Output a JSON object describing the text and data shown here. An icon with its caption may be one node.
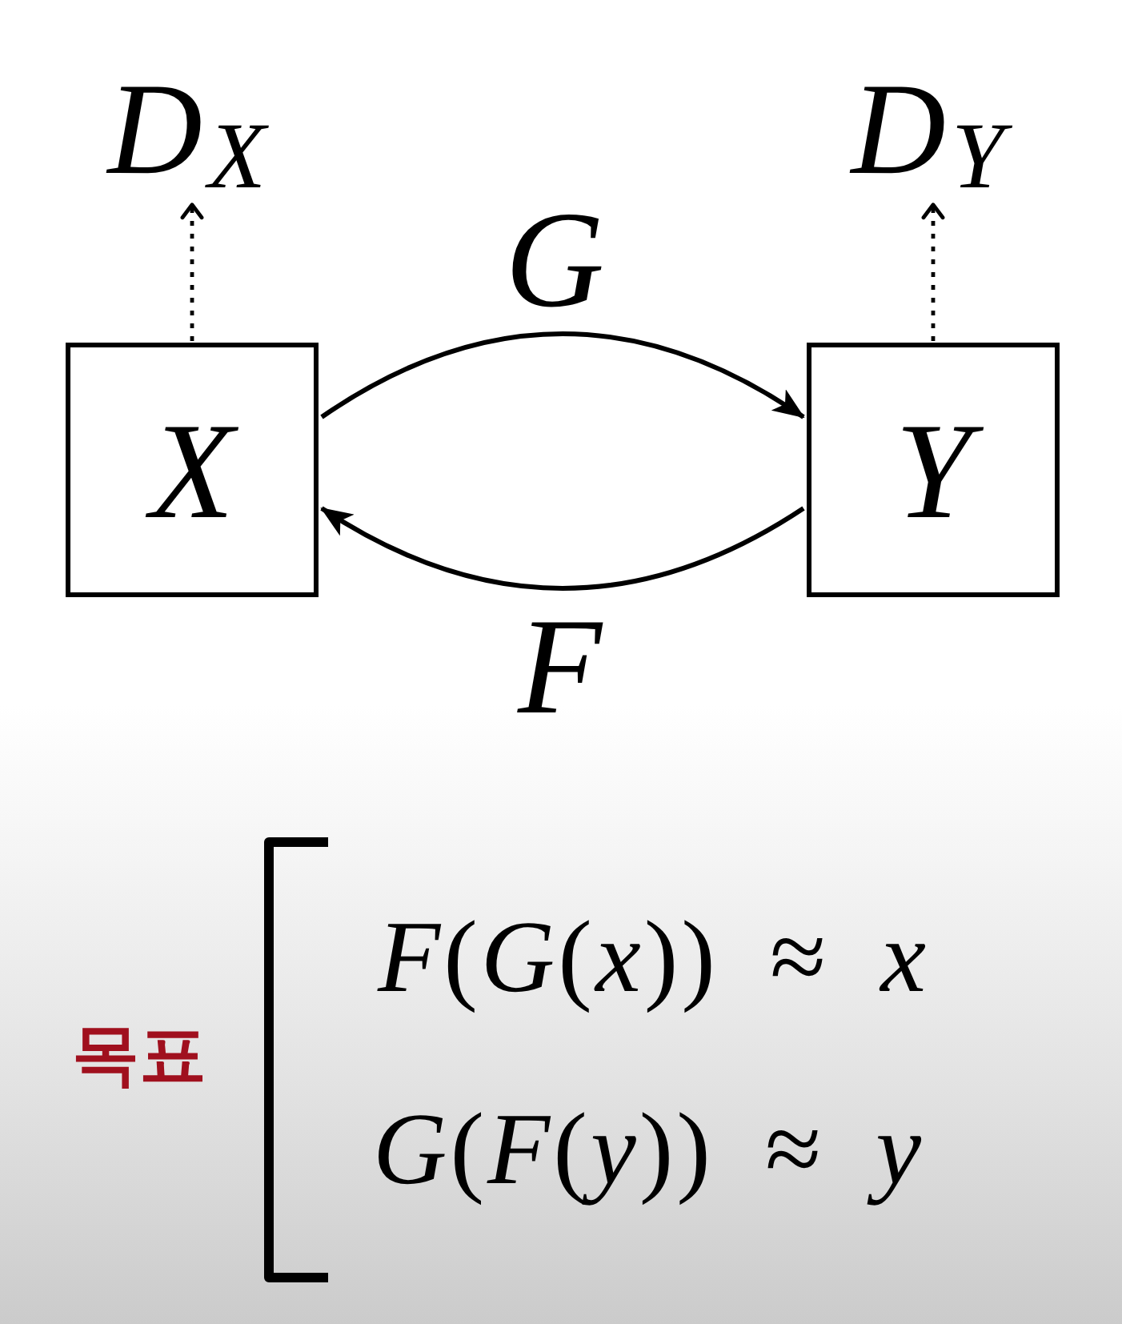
{
  "diagram": {
    "nodes": [
      {
        "text": [
          "D$_{X}$"
        ]
      },
      {
        "text": [
          "D$_{Y}$"
        ]
      },
      {
        "text": [
          "X"
        ]
      },
      {
        "text": [
          "Y"
        ]
      }
    ],
    "edges": [
      {
        "from": 2,
        "to": 0,
        "arrow": "to",
        "style": "dashed"
      },
      {
        "from": 3,
        "to": 1,
        "arrow": "to",
        "style": "dashed"
      },
      {
        "from": 2,
        "to": 3,
        "arrow": "to",
        "label": "G"
      },
      {
        "from": 3,
        "to": 2,
        "arrow": "to",
        "label": "F"
      }
    ],
    "labels": [
      "목표",
      "*F*(*G*(*x*)) ≈ *x*",
      "*G*(*F*(*y*)) ≈ *y*"
    ]
  }
}
